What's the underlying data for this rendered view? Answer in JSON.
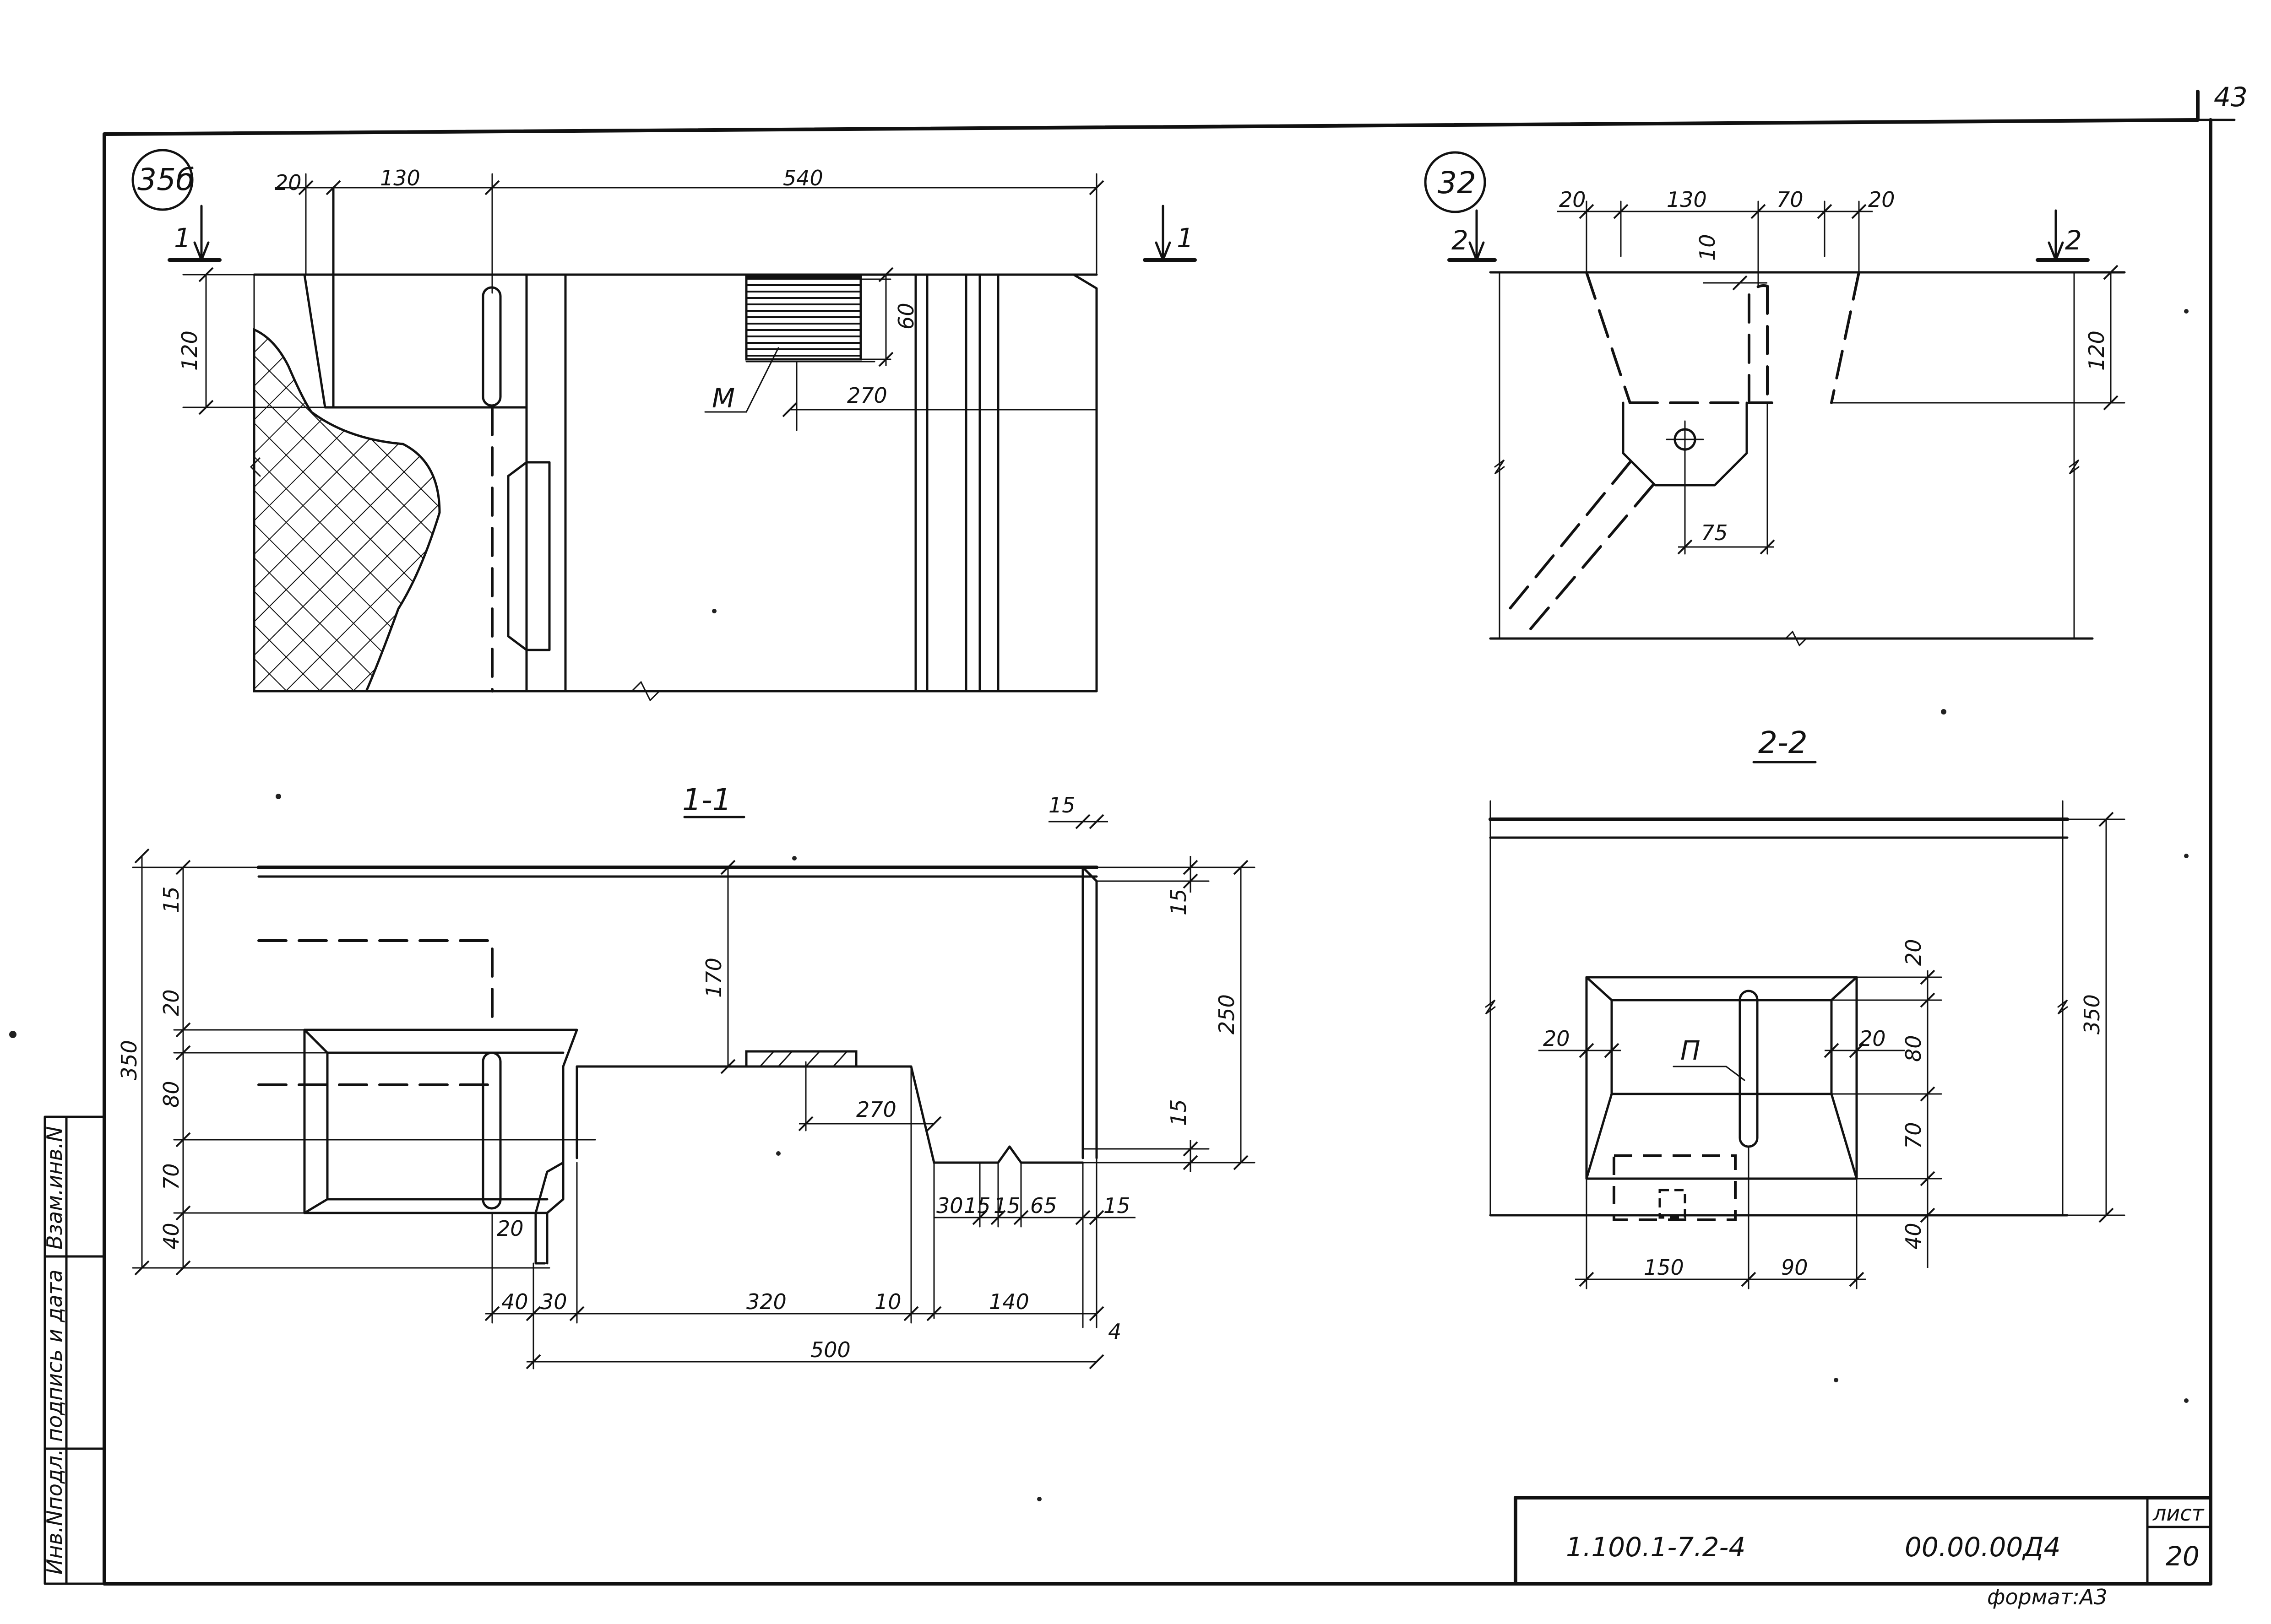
{
  "sheet": {
    "page_number": "43",
    "format_label": "формат:А3"
  },
  "side_stamp": {
    "inv_podl": "Инв.Nподл.",
    "podpis": "подпись и дата",
    "vzam_inv": "Взам.инв.N"
  },
  "title_block": {
    "doc_code": "1.100.1-7.2-4",
    "drawing_code": "00.00.00Д4",
    "list_label": "лист",
    "list_number": "20"
  },
  "view_356": {
    "marker": "35б",
    "section_marker_left": "1",
    "section_marker_right": "1",
    "dims": {
      "d20": "20",
      "d130": "130",
      "d540": "540",
      "d120": "120",
      "d60": "60",
      "d270": "270"
    },
    "label_m": "М"
  },
  "view_32": {
    "marker": "32",
    "section_marker_left": "2",
    "section_marker_right": "2",
    "dims": {
      "d20a": "20",
      "d130": "130",
      "d70": "70",
      "d20b": "20",
      "d10": "10",
      "d120": "120",
      "d75": "75"
    }
  },
  "section_1_1": {
    "title": "1-1",
    "dims": {
      "top15": "15",
      "v15a": "15",
      "v350": "350",
      "v20": "20",
      "v80": "80",
      "v70": "70",
      "v40": "40",
      "v170": "170",
      "v15b": "15",
      "v250": "250",
      "v15c": "15",
      "h270": "270",
      "h30": "30",
      "h15a": "15",
      "h15b": "15",
      "h65": "65",
      "h15c": "15",
      "h20": "20",
      "h40": "40",
      "h30b": "30",
      "h320": "320",
      "h10": "10",
      "h140": "140",
      "h500": "500",
      "side_mark": "4"
    }
  },
  "section_2_2": {
    "title": "2-2",
    "dims": {
      "v350": "350",
      "v20": "20",
      "v80": "80",
      "v70": "70",
      "v40": "40",
      "h20a": "20",
      "h20b": "20",
      "h150": "150",
      "h90": "90"
    },
    "label_p": "П"
  }
}
